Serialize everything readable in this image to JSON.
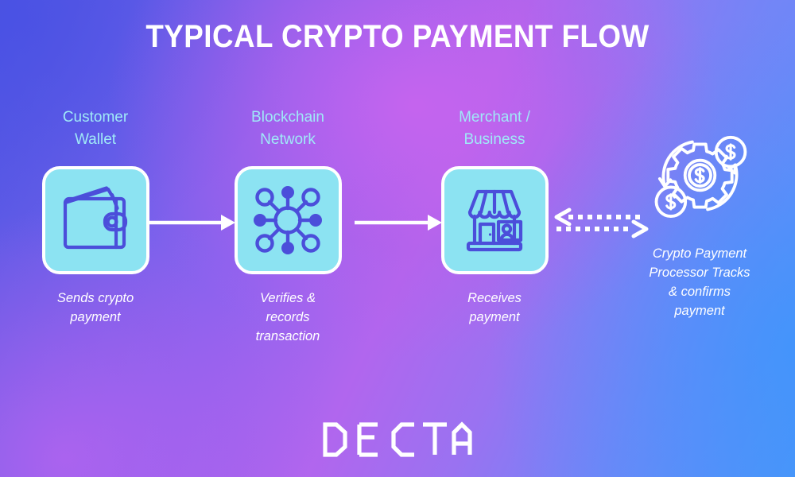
{
  "poster": {
    "title": "TYPICAL CRYPTO PAYMENT FLOW",
    "brand": "DECTA",
    "brand_letters": [
      "D",
      "E",
      "C",
      "T",
      "A"
    ]
  },
  "theme": {
    "title_color": "#FFFFFF",
    "step_label_color": "#9FE9F7",
    "caption_color": "#FFFFFF",
    "tile_fill": "#8CE3F2",
    "tile_border": "#FFFFFF",
    "icon_stroke": "#4B4EDA",
    "connector_color": "#FFFFFF",
    "gradient_top_left": "#5257E3",
    "gradient_top_right": "#6E8AF8",
    "gradient_bottom_left": "#B363ED",
    "gradient_bottom_right": "#4C95FA",
    "gradient_center": "#BE6AEE"
  },
  "steps": [
    {
      "id": "customer-wallet",
      "label": "Customer\nWallet",
      "caption": "Sends crypto\npayment",
      "icon": "wallet-icon",
      "has_tile": true
    },
    {
      "id": "blockchain-network",
      "label": "Blockchain\nNetwork",
      "caption": "Verifies &\nrecords\ntransaction",
      "icon": "network-nodes-icon",
      "has_tile": true
    },
    {
      "id": "merchant-business",
      "label": "Merchant /\nBusiness",
      "caption": "Receives\npayment",
      "icon": "storefront-icon",
      "has_tile": true
    },
    {
      "id": "crypto-payment-processor",
      "label": "",
      "caption": "Crypto Payment\nProcessor Tracks\n& confirms\npayment",
      "icon": "gear-dollar-cycle-icon",
      "has_tile": false
    }
  ],
  "connectors": [
    {
      "id": "wallet-to-network",
      "style": "solid",
      "direction": "right"
    },
    {
      "id": "network-to-merchant",
      "style": "solid",
      "direction": "right"
    },
    {
      "id": "merchant-to-processor",
      "style": "dashed",
      "direction": "bidirectional"
    }
  ]
}
